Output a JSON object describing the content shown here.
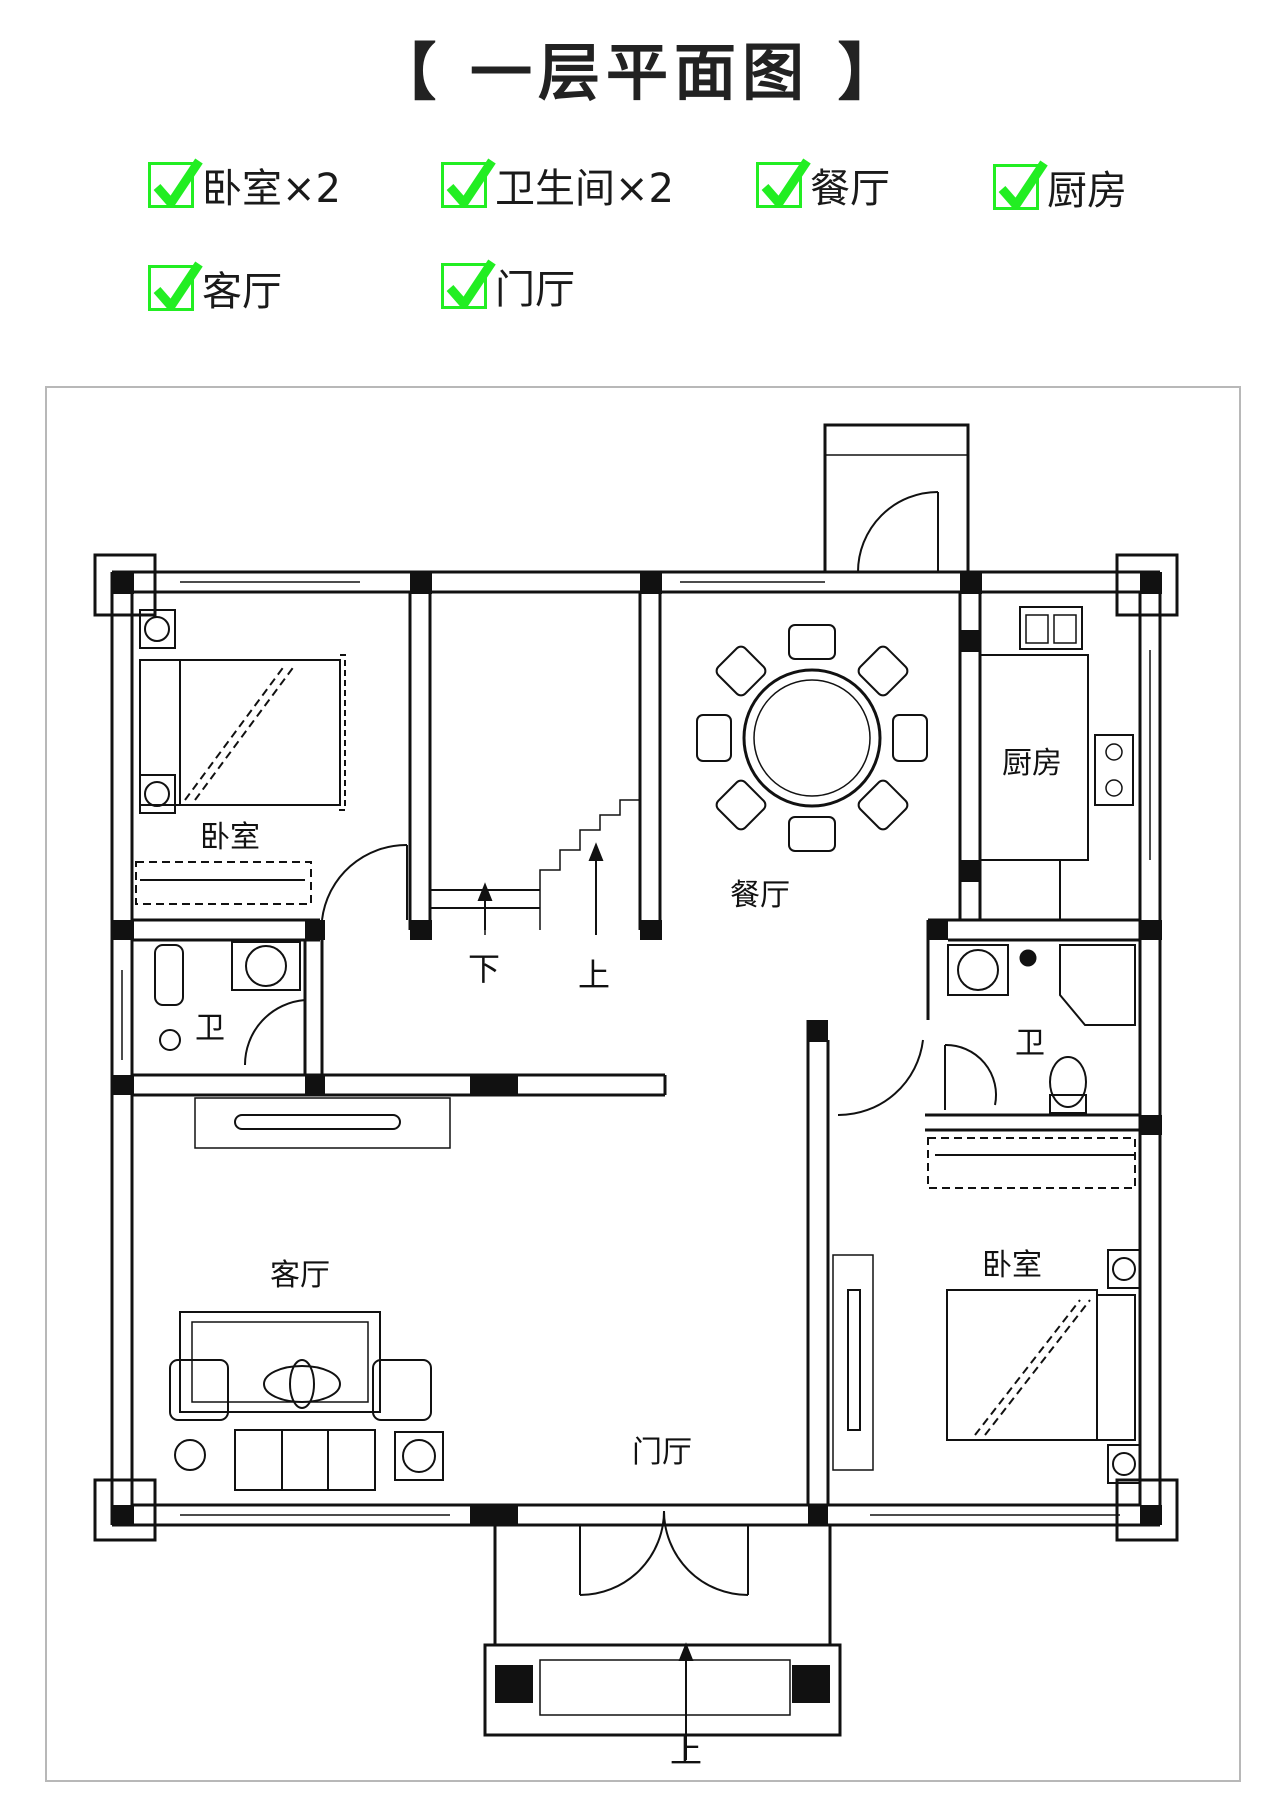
{
  "title": "【 一层平面图 】",
  "features": [
    {
      "label": "卧室×2"
    },
    {
      "label": "卫生间×2"
    },
    {
      "label": "餐厅"
    },
    {
      "label": "厨房"
    },
    {
      "label": "客厅"
    },
    {
      "label": "门厅"
    }
  ],
  "rooms": {
    "bedroom_left": "卧室",
    "bathroom_left": "卫",
    "living": "客厅",
    "foyer": "门厅",
    "dining": "餐厅",
    "kitchen": "厨房",
    "bathroom_right": "卫",
    "bedroom_right": "卧室"
  },
  "stairs": {
    "down": "下",
    "up": "上"
  },
  "entrance_up": "上",
  "colors": {
    "check": "#22ee22",
    "line": "#111111",
    "frame": "#b8b8b8"
  }
}
